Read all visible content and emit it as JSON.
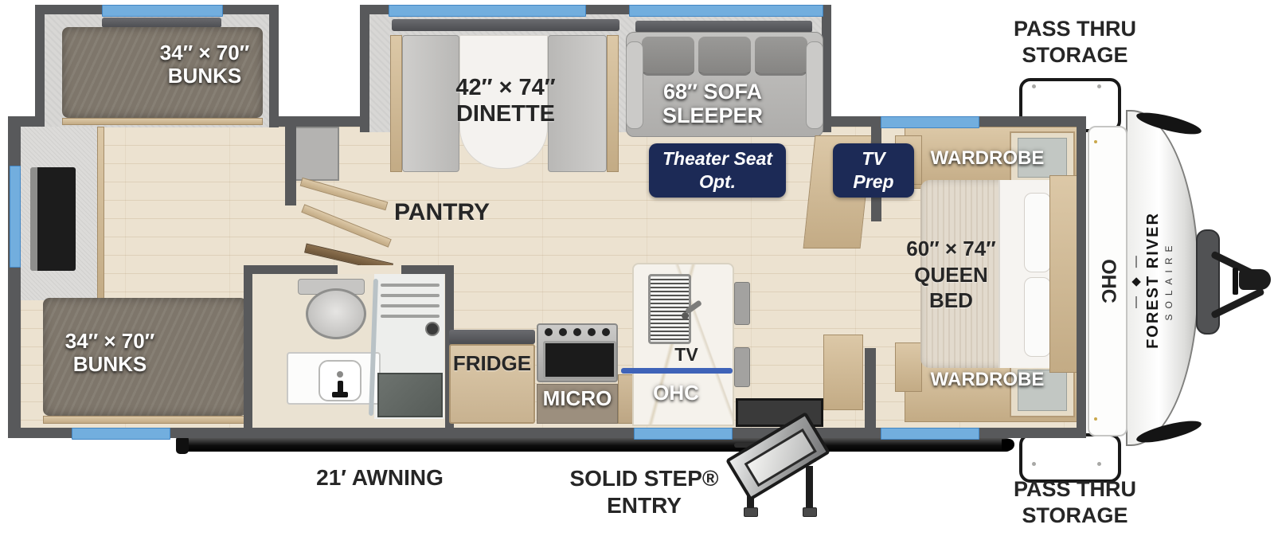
{
  "plan": {
    "slide_bunks": {
      "dim": "34″ × 70″",
      "name": "BUNKS"
    },
    "rear_bunks": {
      "dim": "34″ × 70″",
      "name": "BUNKS"
    },
    "dinette": {
      "dim": "42″ × 74″",
      "name": "DINETTE"
    },
    "sofa": {
      "dim": "68″ SOFA",
      "name": "SLEEPER"
    },
    "pantry": "PANTRY",
    "theater": {
      "l1": "Theater Seat",
      "l2": "Opt."
    },
    "tvprep": {
      "l1": "TV",
      "l2": "Prep"
    },
    "kitchen": {
      "fridge": "FRIDGE",
      "micro": "MICRO",
      "ohc": "OHC",
      "tv": "TV"
    },
    "bed": {
      "dim": "60″ × 74″",
      "l2": "QUEEN",
      "l3": "BED"
    },
    "wardrobe_top": "WARDROBE",
    "wardrobe_bottom": "WARDROBE",
    "ohc_front": "OHC",
    "storage_top": {
      "l1": "PASS THRU",
      "l2": "STORAGE"
    },
    "storage_bottom": {
      "l1": "PASS THRU",
      "l2": "STORAGE"
    },
    "awning": "21′ AWNING",
    "entry": {
      "l1": "SOLID STEP®",
      "l2": "ENTRY"
    },
    "brand": {
      "emblem": "— ◆ —",
      "maker": "FOREST RIVER",
      "model": "SOLAIRE"
    }
  },
  "colors": {
    "wall": "#58595b",
    "floor": "#ece2d0",
    "slide": "#d8d7d5",
    "badge_navy": "#1c2a56",
    "window_blue": "#72aede",
    "wood": "#cfb895",
    "counter_blue": "#3f63b8"
  }
}
